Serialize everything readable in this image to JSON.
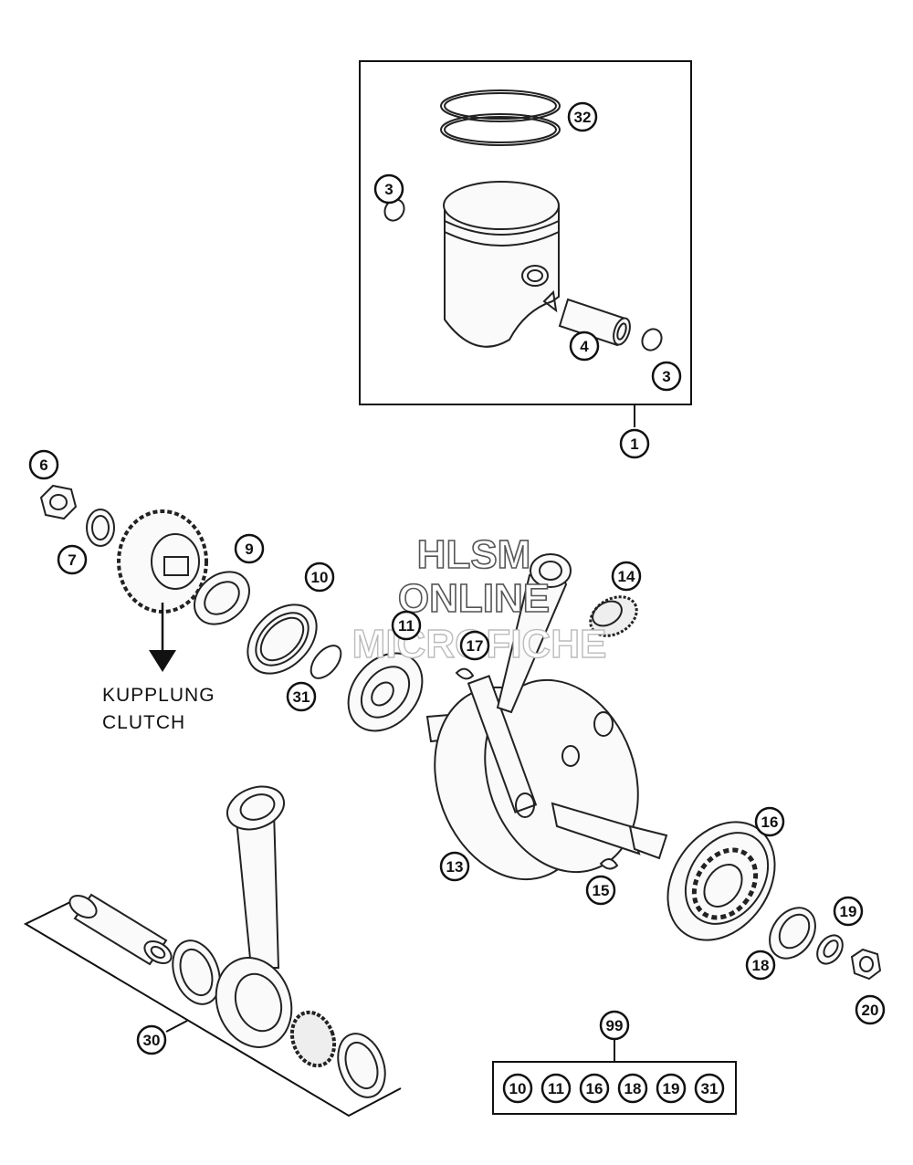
{
  "callouts": [
    {
      "id": "c32",
      "text": "32"
    },
    {
      "id": "c3a",
      "text": "3"
    },
    {
      "id": "c4",
      "text": "4"
    },
    {
      "id": "c3b",
      "text": "3"
    },
    {
      "id": "c1",
      "text": "1"
    },
    {
      "id": "c6",
      "text": "6"
    },
    {
      "id": "c7",
      "text": "7"
    },
    {
      "id": "c9",
      "text": "9"
    },
    {
      "id": "c10",
      "text": "10"
    },
    {
      "id": "c11",
      "text": "11"
    },
    {
      "id": "c17",
      "text": "17"
    },
    {
      "id": "c14",
      "text": "14"
    },
    {
      "id": "c31",
      "text": "31"
    },
    {
      "id": "c13",
      "text": "13"
    },
    {
      "id": "c15",
      "text": "15"
    },
    {
      "id": "c16",
      "text": "16"
    },
    {
      "id": "c19",
      "text": "19"
    },
    {
      "id": "c18",
      "text": "18"
    },
    {
      "id": "c20",
      "text": "20"
    },
    {
      "id": "c30",
      "text": "30"
    },
    {
      "id": "c99",
      "text": "99"
    }
  ],
  "kit_items": [
    "10",
    "11",
    "16",
    "18",
    "19",
    "31"
  ],
  "clutch_label": {
    "line1": "KUPPLUNG",
    "line2": "CLUTCH"
  },
  "watermark": {
    "line1": "HLSM",
    "line2": "ONLINE",
    "line3": "MICROFICHE"
  }
}
